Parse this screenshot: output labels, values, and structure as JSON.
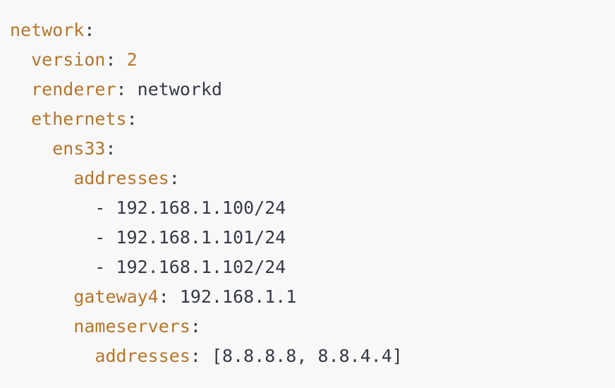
{
  "editor": {
    "language": "yaml",
    "background_color": "#f8f8f8",
    "key_color": "#b5762a",
    "value_color": "#343a46",
    "punctuation_color": "#343a46",
    "number_color": "#b5762a"
  },
  "lines": [
    {
      "indent": "",
      "tokens": [
        {
          "type": "key",
          "text": "network"
        },
        {
          "type": "punct",
          "text": ":"
        }
      ]
    },
    {
      "indent": "  ",
      "tokens": [
        {
          "type": "key",
          "text": "version"
        },
        {
          "type": "punct",
          "text": ":"
        },
        {
          "type": "value",
          "text": " "
        },
        {
          "type": "number",
          "text": "2"
        }
      ]
    },
    {
      "indent": "  ",
      "tokens": [
        {
          "type": "key",
          "text": "renderer"
        },
        {
          "type": "punct",
          "text": ":"
        },
        {
          "type": "value",
          "text": " networkd"
        }
      ]
    },
    {
      "indent": "  ",
      "tokens": [
        {
          "type": "key",
          "text": "ethernets"
        },
        {
          "type": "punct",
          "text": ":"
        }
      ]
    },
    {
      "indent": "    ",
      "tokens": [
        {
          "type": "key",
          "text": "ens33"
        },
        {
          "type": "punct",
          "text": ":"
        }
      ]
    },
    {
      "indent": "      ",
      "tokens": [
        {
          "type": "key",
          "text": "addresses"
        },
        {
          "type": "punct",
          "text": ":"
        }
      ]
    },
    {
      "indent": "        ",
      "tokens": [
        {
          "type": "dash",
          "text": "- "
        },
        {
          "type": "value",
          "text": "192.168.1.100/24"
        }
      ]
    },
    {
      "indent": "        ",
      "tokens": [
        {
          "type": "dash",
          "text": "- "
        },
        {
          "type": "value",
          "text": "192.168.1.101/24"
        }
      ]
    },
    {
      "indent": "        ",
      "tokens": [
        {
          "type": "dash",
          "text": "- "
        },
        {
          "type": "value",
          "text": "192.168.1.102/24"
        }
      ]
    },
    {
      "indent": "      ",
      "tokens": [
        {
          "type": "key",
          "text": "gateway4"
        },
        {
          "type": "punct",
          "text": ":"
        },
        {
          "type": "value",
          "text": " 192.168.1.1"
        }
      ]
    },
    {
      "indent": "      ",
      "tokens": [
        {
          "type": "key",
          "text": "nameservers"
        },
        {
          "type": "punct",
          "text": ":"
        }
      ]
    },
    {
      "indent": "        ",
      "tokens": [
        {
          "type": "key",
          "text": "addresses"
        },
        {
          "type": "punct",
          "text": ":"
        },
        {
          "type": "value",
          "text": " [8.8.8.8, 8.8.4.4]"
        }
      ]
    }
  ]
}
